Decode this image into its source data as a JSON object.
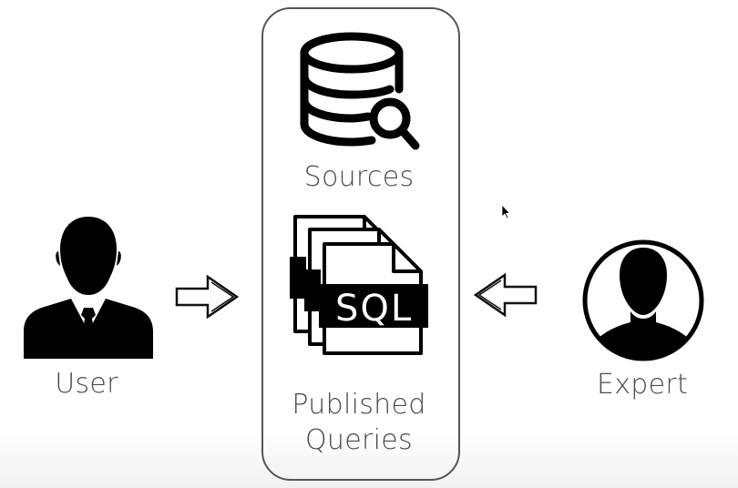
{
  "diagram": {
    "user": {
      "label": "User",
      "icon": "user-businessman-icon"
    },
    "expert": {
      "label": "Expert",
      "icon": "expert-silhouette-icon"
    },
    "sources": {
      "label": "Sources",
      "icon": "database-search-icon"
    },
    "queries": {
      "label_line1": "Published",
      "label_line2": "Queries",
      "icon": "sql-files-icon",
      "badge": "SQL"
    },
    "arrows": [
      {
        "from": "User",
        "to": "center",
        "icon": "arrow-right-icon"
      },
      {
        "from": "Expert",
        "to": "center",
        "icon": "arrow-left-icon"
      }
    ]
  }
}
